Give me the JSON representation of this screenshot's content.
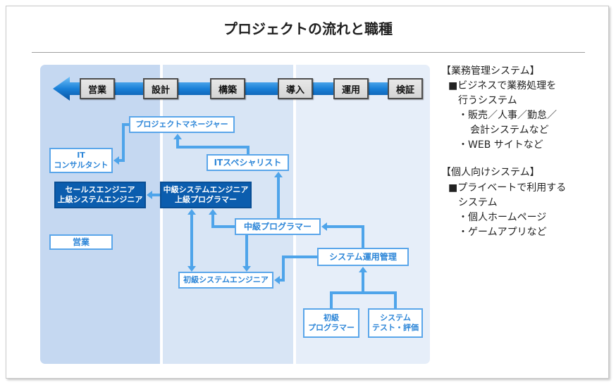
{
  "title": "プロジェクトの流れと職種",
  "phases": [
    "営業",
    "設計",
    "構築",
    "導入",
    "運用",
    "検証"
  ],
  "roles": {
    "project_manager": "プロジェクトマネージャー",
    "it_consultant": {
      "line1": "IT",
      "line2": "コンサルタント"
    },
    "it_specialist": "ITスペシャリスト",
    "sales_engineer": {
      "line1": "セールスエンジニア",
      "line2": "上級システムエンジニア"
    },
    "mid_system_engineer": {
      "line1": "中級システムエンジニア",
      "line2": "上級プログラマー"
    },
    "sales": "営業",
    "mid_programmer": "中級プログラマー",
    "system_operations": "システム運用管理",
    "junior_system_engineer": "初級システムエンジニア",
    "junior_programmer": {
      "line1": "初級",
      "line2": "プログラマー"
    },
    "system_test": {
      "line1": "システム",
      "line2": "テスト・評価"
    }
  },
  "notes": {
    "business_systems": {
      "heading": "【業務管理システム】",
      "lines": [
        "■ビジネスで業務処理を",
        "行うシステム",
        "・販売／人事／勤怠／",
        "会計システムなど",
        "・WEB サイトなど"
      ]
    },
    "personal_systems": {
      "heading": "【個人向けシステム】",
      "lines": [
        "■プライベートで利用する",
        "システム",
        "・個人ホームページ",
        "・ゲームアプリなど"
      ]
    }
  },
  "colors": {
    "flow_arrow": "#1a80d8",
    "role_border": "#5aa6ea",
    "role_text": "#2d86d8",
    "highlight_fill": "#0b5dae",
    "connector": "#4ea4ea",
    "phase_fill": "#d5d5d5",
    "column_sales": "#c5d8f1",
    "column_build": "#d8e5f5",
    "column_operate": "#e6eef9"
  }
}
